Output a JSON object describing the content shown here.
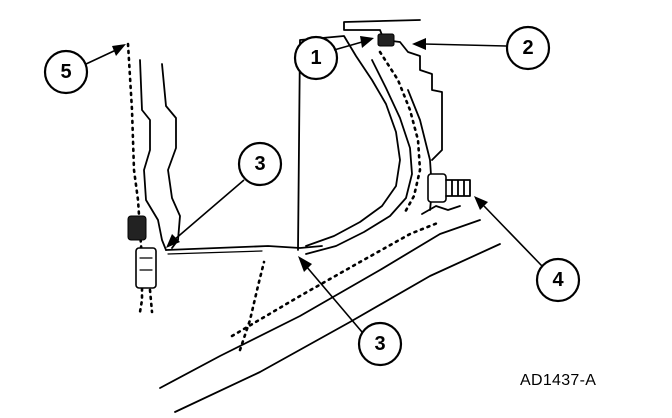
{
  "figure_id": "AD1437-A",
  "callouts": [
    {
      "id": "callout-1",
      "label": "1"
    },
    {
      "id": "callout-2",
      "label": "2"
    },
    {
      "id": "callout-3-upper",
      "label": "3"
    },
    {
      "id": "callout-3-lower",
      "label": "3"
    },
    {
      "id": "callout-4",
      "label": "4"
    },
    {
      "id": "callout-5",
      "label": "5"
    }
  ],
  "colors": {
    "ink": "#000000",
    "background": "#ffffff"
  }
}
